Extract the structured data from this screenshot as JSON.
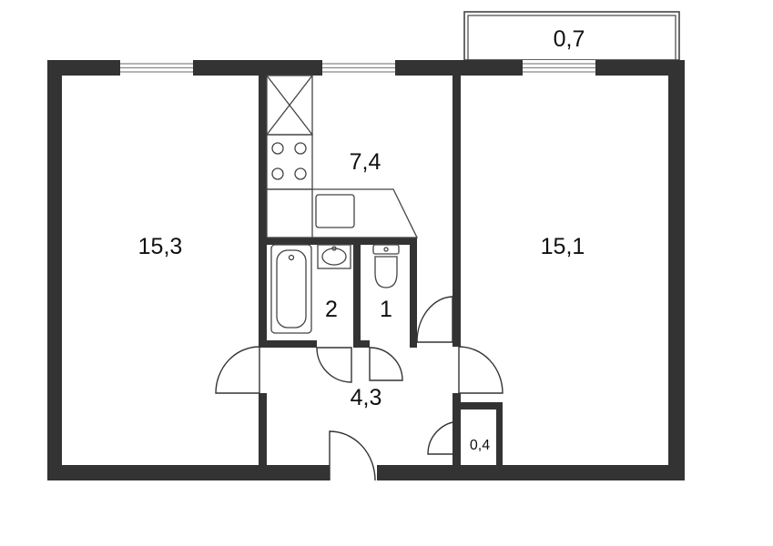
{
  "floor_plan": {
    "rooms": [
      {
        "id": "room-left",
        "area": "15,3"
      },
      {
        "id": "kitchen",
        "area": "7,4"
      },
      {
        "id": "room-right",
        "area": "15,1"
      },
      {
        "id": "bathroom",
        "area": "2"
      },
      {
        "id": "toilet",
        "area": "1"
      },
      {
        "id": "hallway",
        "area": "4,3"
      },
      {
        "id": "closet",
        "area": "0,4"
      },
      {
        "id": "balcony",
        "area": "0,7"
      }
    ],
    "colors": {
      "wall": "#333333",
      "window": "#888888",
      "fixture": "#444444",
      "background": "#ffffff"
    }
  }
}
